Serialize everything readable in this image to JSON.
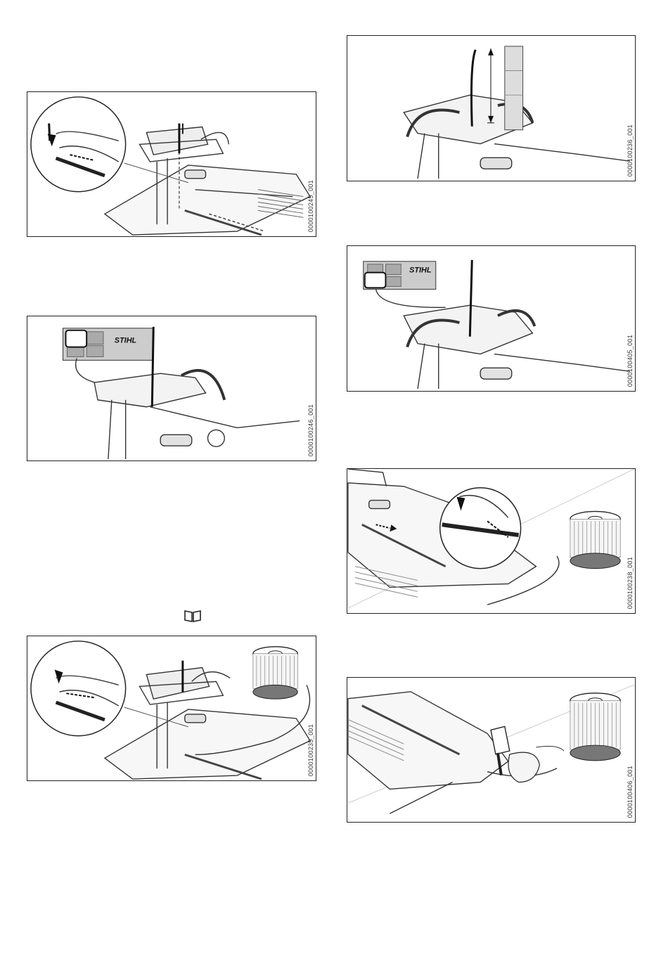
{
  "figures": [
    {
      "id": "fig1",
      "code": "0000100245_001"
    },
    {
      "id": "fig2",
      "code": "0000100246_001",
      "brand": "STIHL"
    },
    {
      "id": "fig3",
      "code": "0000100235_001"
    },
    {
      "id": "fig4",
      "code": "0000100236_001"
    },
    {
      "id": "fig5",
      "code": "0000100405_001",
      "brand": "STIHL"
    },
    {
      "id": "fig6",
      "code": "0000100238_001"
    },
    {
      "id": "fig7",
      "code": "0000100406_001"
    }
  ],
  "icons": {
    "reference": "book-icon"
  }
}
